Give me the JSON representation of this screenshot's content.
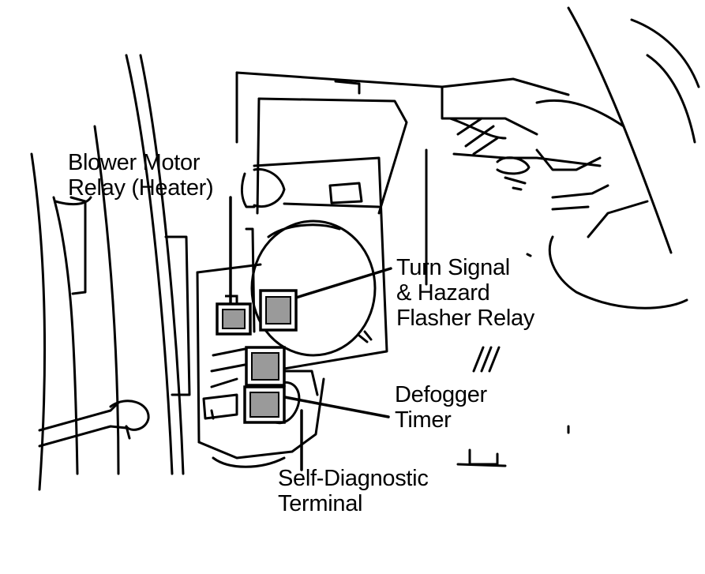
{
  "labels": {
    "blower": {
      "line1": "Blower Motor",
      "line2": "Relay (Heater)"
    },
    "turn_signal": {
      "line1": "Turn Signal",
      "line2": "& Hazard",
      "line3": "Flasher Relay"
    },
    "defogger": {
      "line1": "Defogger",
      "line2": "Timer"
    },
    "self_diag": {
      "line1": "Self-Diagnostic",
      "line2": "Terminal"
    }
  },
  "colors": {
    "ink": "#000000",
    "paper": "#ffffff",
    "relay_fill": "#9a9a9a"
  }
}
